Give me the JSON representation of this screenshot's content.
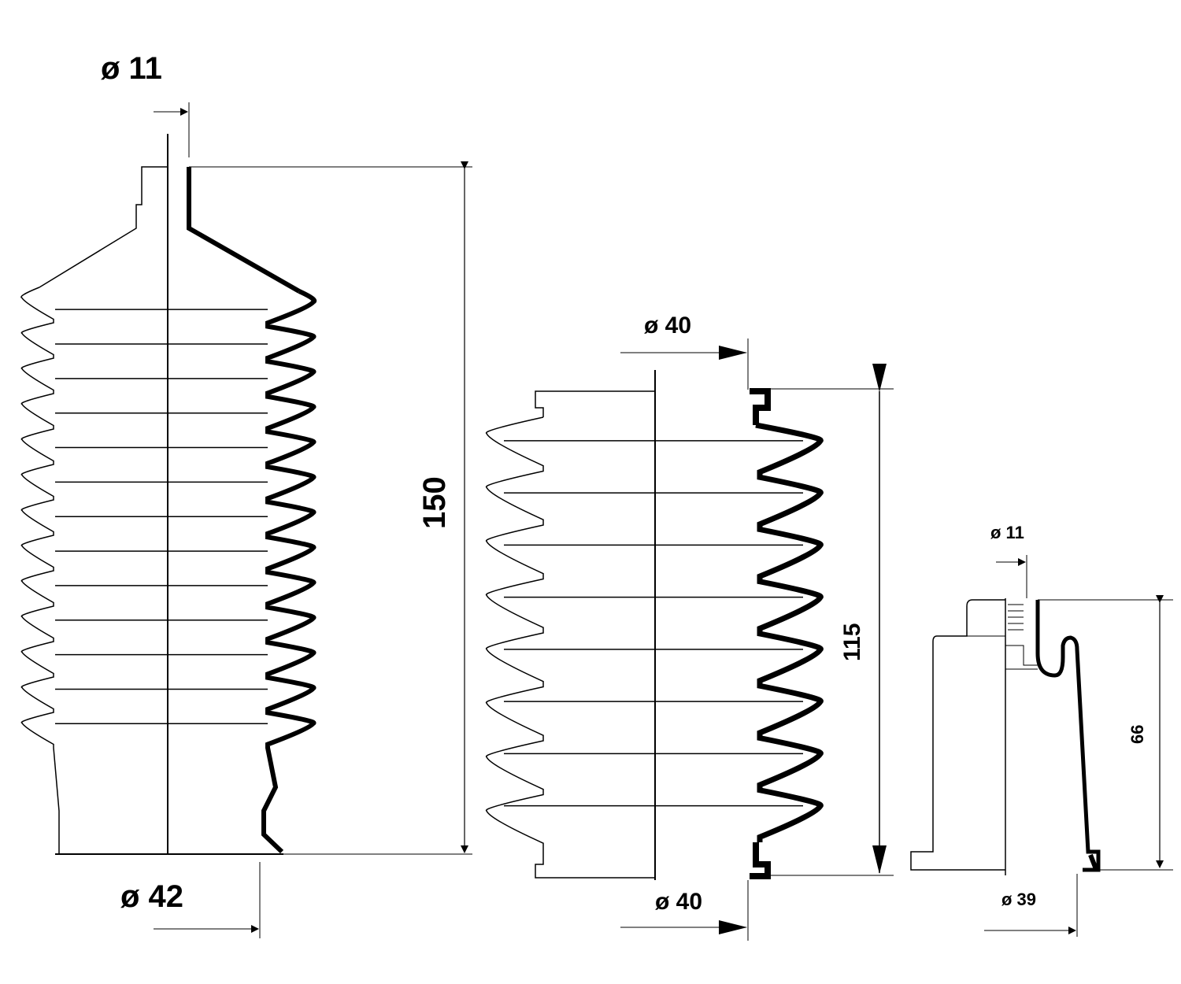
{
  "boot_long": {
    "top_diameter": "ø 11",
    "bottom_diameter": "ø 42",
    "length": "150"
  },
  "boot_medium": {
    "top_diameter": "ø 40",
    "bottom_diameter": "ø 40",
    "length": "115"
  },
  "boot_short": {
    "top_diameter": "ø 11",
    "bottom_diameter": "ø 39",
    "height": "66"
  },
  "colors": {
    "line": "#000000",
    "background": "#ffffff"
  }
}
